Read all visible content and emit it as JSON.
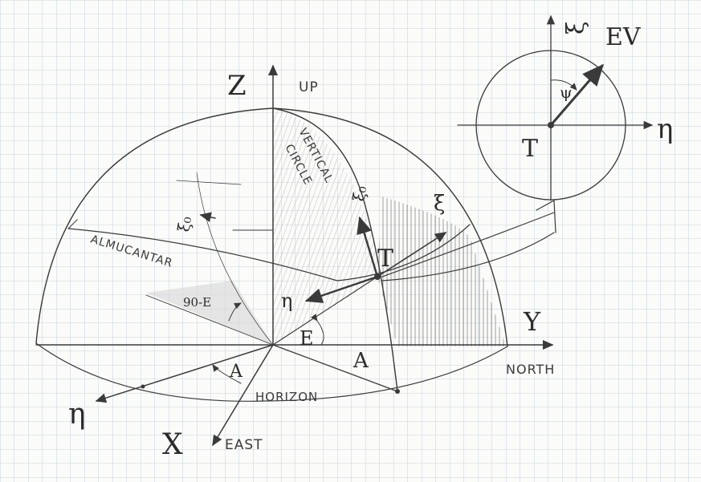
{
  "labels": {
    "z_axis": "Z",
    "up": "UP",
    "vertical_circle_1": "VERTICAL",
    "vertical_circle_2": "CIRCLE",
    "almucantar": "ALMUCANTAR",
    "xi0_left": "ξ₀",
    "xi0_right": "ξ₀",
    "xi": "ξ",
    "t_point": "T",
    "eta_mid": "η",
    "ninety_minus_e": "90-E",
    "e_angle": "E",
    "a_left": "A",
    "a_right": "A",
    "y_axis": "Y",
    "north": "NORTH",
    "horizon": "HORIZON",
    "eta_bottom": "η",
    "x_axis": "X",
    "east": "EAST",
    "inset_xi": "ξ",
    "inset_ev": "EV",
    "inset_psi": "ψ",
    "inset_t": "T",
    "inset_eta": "η"
  },
  "colors": {
    "paper": "#fbfbf9",
    "grid": "#9fb3c8",
    "ink": "#3a3a3a",
    "shade": "#c9c9c9"
  }
}
